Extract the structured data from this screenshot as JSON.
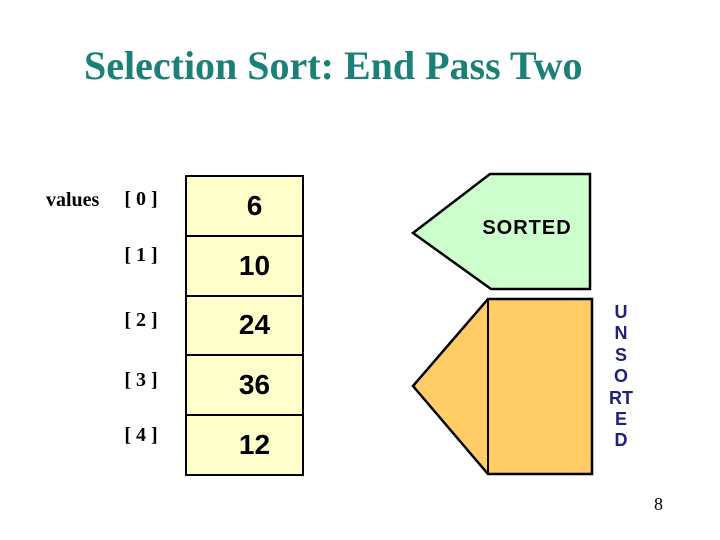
{
  "slide": {
    "title": "Selection Sort: End Pass Two",
    "title_color": "#1a8078",
    "page_number": "8"
  },
  "array": {
    "label": "values",
    "cell_fill": "#ffffcc",
    "rows": [
      {
        "index": "[ 0 ]",
        "value": "6"
      },
      {
        "index": "[ 1 ]",
        "value": "10"
      },
      {
        "index": "[ 2 ]",
        "value": "24"
      },
      {
        "index": "[ 3 ]",
        "value": "36"
      },
      {
        "index": "[ 4 ]",
        "value": "12"
      }
    ]
  },
  "regions": {
    "sorted": {
      "label": "SORTED",
      "fill": "#ccffcc"
    },
    "unsorted": {
      "label": "UNSORTED",
      "fill": "#ffcc66",
      "label_color": "#202080"
    }
  }
}
